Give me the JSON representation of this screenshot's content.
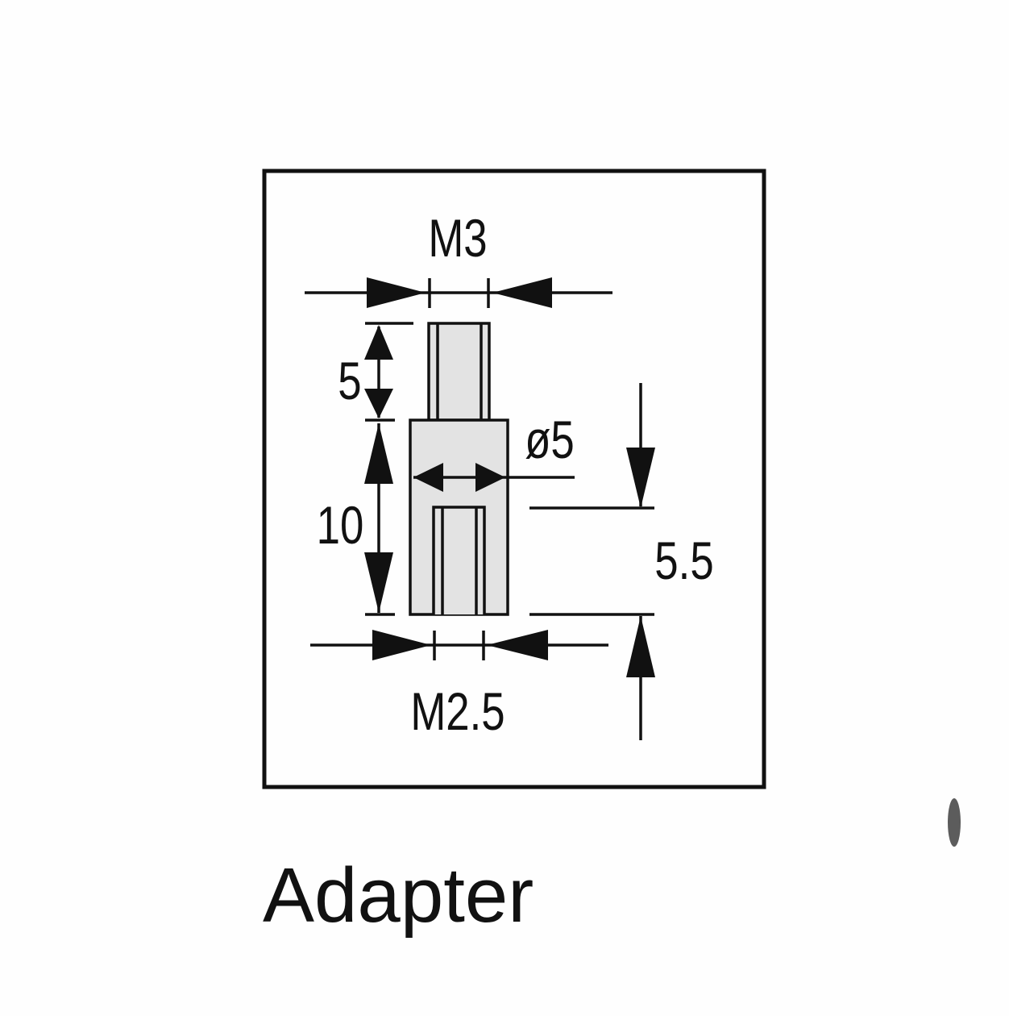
{
  "diagram": {
    "caption": "Adapter",
    "labels": {
      "top_thread": "M3",
      "pin_length": "5",
      "body_length": "10",
      "body_diameter": "ø5",
      "bore_depth": "5.5",
      "bottom_thread": "M2.5"
    },
    "colors": {
      "line": "#111111",
      "part_fill": "#e3e3e3",
      "background": "#fefefe"
    }
  }
}
